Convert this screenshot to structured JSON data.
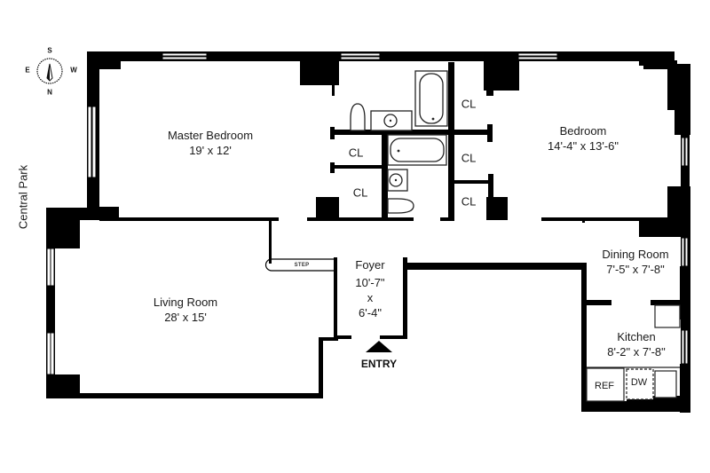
{
  "compass": {
    "top": "S",
    "bottom": "N",
    "left": "E",
    "right": "W"
  },
  "street_label": "Central Park",
  "rooms": [
    {
      "id": "master-bedroom",
      "name": "Master Bedroom",
      "dimensions": "19' x 12'"
    },
    {
      "id": "bedroom",
      "name": "Bedroom",
      "dimensions": "14'-4\" x 13'-6\""
    },
    {
      "id": "living-room",
      "name": "Living Room",
      "dimensions": "28' x 15'"
    },
    {
      "id": "foyer",
      "name": "Foyer",
      "dimensions_line1": "10'-7\"",
      "dimensions_line2": "x",
      "dimensions_line3": "6'-4\""
    },
    {
      "id": "dining-room",
      "name": "Dining Room",
      "dimensions": "7'-5\" x 7'-8\""
    },
    {
      "id": "kitchen",
      "name": "Kitchen",
      "dimensions": "8'-2\" x 7'-8\""
    }
  ],
  "closets": [
    "CL",
    "CL",
    "CL",
    "CL",
    "CL"
  ],
  "appliances": {
    "refrigerator": "REF",
    "dishwasher": "DW"
  },
  "step_label": "STEP",
  "entry_label": "ENTRY",
  "colors": {
    "wall": "#000000",
    "background": "#ffffff",
    "fixture_stroke": "#222222"
  }
}
